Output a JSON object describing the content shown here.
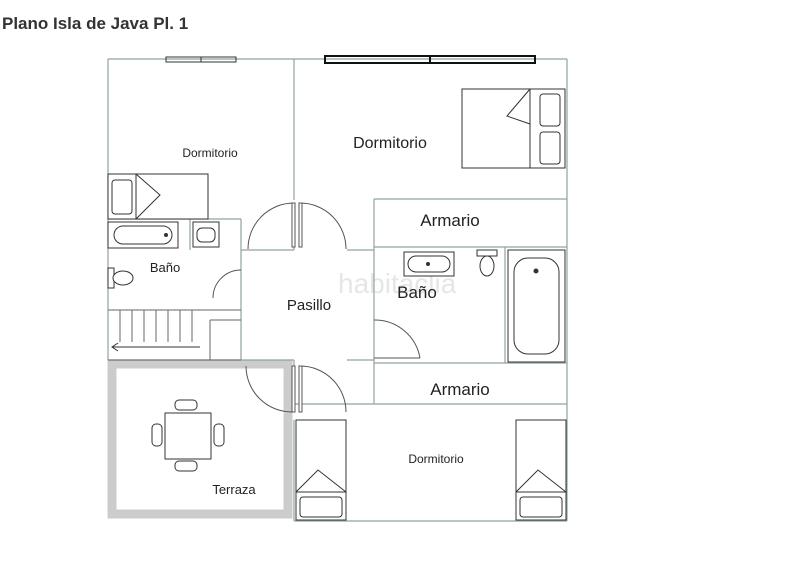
{
  "title": "Plano Isla de Java Pl. 1",
  "watermark": "habitaclia",
  "colors": {
    "wall": "#8fa3a3",
    "furniture": "#333333",
    "terrace_border": "#cccccc",
    "watermark": "#e6e6e6"
  },
  "rooms": {
    "dormitorio_nw": "Dormitorio",
    "dormitorio_ne": "Dormitorio",
    "armario_top": "Armario",
    "bano_left": "Baño",
    "pasillo": "Pasillo",
    "bano_right": "Baño",
    "armario_bottom": "Armario",
    "terraza": "Terraza",
    "dormitorio_s": "Dormitorio"
  }
}
